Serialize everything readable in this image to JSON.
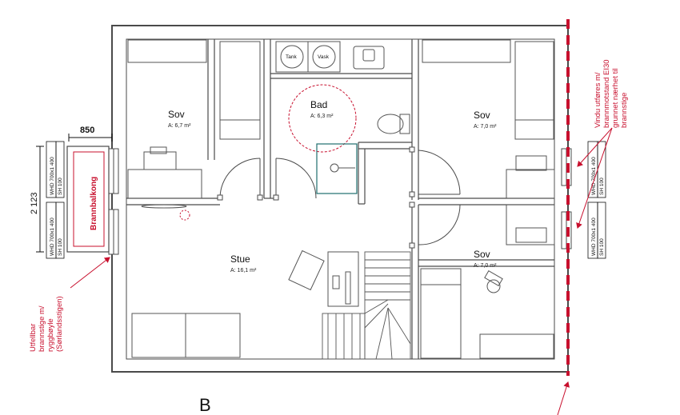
{
  "rooms": {
    "sov_left": {
      "name": "Sov",
      "area": "A: 6,7 m²"
    },
    "bad": {
      "name": "Bad",
      "area": "A: 6,3 m²"
    },
    "sov_right_top": {
      "name": "Sov",
      "area": "A: 7,0 m²"
    },
    "stue": {
      "name": "Stue",
      "area": "A: 16,1 m²"
    },
    "sov_right_bottom": {
      "name": "Sov",
      "area": "A: 7,0 m²"
    }
  },
  "fixtures": {
    "tank": "Tank",
    "vask": "Vask"
  },
  "balcony": {
    "label": "Brannbalkong",
    "dim_width": "850",
    "dim_height": "2 123"
  },
  "windows": {
    "top": {
      "line1": "WHD 700x1 400",
      "line2": "SH 100"
    },
    "bottom": {
      "line1": "WHD 700x1 400",
      "line2": "SH 100"
    }
  },
  "notes": {
    "ladder": [
      "Utfellbar",
      "brannstige m/",
      "ryggbøyle",
      "(Sørlandsstigen)"
    ],
    "window": [
      "Vindu utføres m/",
      "brannmotstand EI30",
      "grunnet nærhet til",
      "brannstige"
    ]
  },
  "section": {
    "label": "B"
  },
  "colors": {
    "walls": "#4a4a4a",
    "lines": "#555555",
    "red": "#c8102e",
    "teal": "#1f6f6f"
  }
}
